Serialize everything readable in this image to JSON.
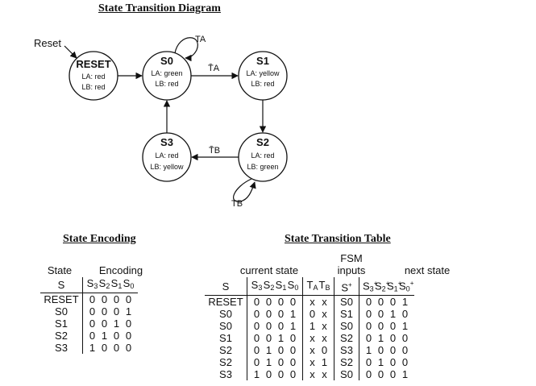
{
  "diagram": {
    "title": "State Transition Diagram",
    "reset_label": "Reset",
    "states": [
      {
        "id": "reset",
        "name": "RESET",
        "outputs": [
          "LA: red",
          "LB: red"
        ]
      },
      {
        "id": "s0",
        "name": "S0",
        "outputs": [
          "LA: green",
          "LB: red"
        ]
      },
      {
        "id": "s1",
        "name": "S1",
        "outputs": [
          "LA: yellow",
          "LB: red"
        ]
      },
      {
        "id": "s2",
        "name": "S2",
        "outputs": [
          "LA: red",
          "LB: green"
        ]
      },
      {
        "id": "s3",
        "name": "S3",
        "outputs": [
          "LA: red",
          "LB: yellow"
        ]
      }
    ],
    "transitions": [
      {
        "from": "reset",
        "to": "s0",
        "label": ""
      },
      {
        "from": "s0",
        "to": "s0",
        "label": "TA"
      },
      {
        "from": "s0",
        "to": "s1",
        "label": "T̄A"
      },
      {
        "from": "s1",
        "to": "s2",
        "label": ""
      },
      {
        "from": "s2",
        "to": "s2",
        "label": "TB"
      },
      {
        "from": "s2",
        "to": "s3",
        "label": "T̄B"
      },
      {
        "from": "s3",
        "to": "s0",
        "label": ""
      }
    ]
  },
  "encoding": {
    "title": "State Encoding",
    "col_state": "State",
    "col_encoding": "Encoding",
    "sub_s": "S",
    "bit_headers": [
      "S3",
      "S2",
      "S1",
      "S0"
    ],
    "rows": [
      {
        "state": "RESET",
        "bits": [
          "0",
          "0",
          "0",
          "0"
        ]
      },
      {
        "state": "S0",
        "bits": [
          "0",
          "0",
          "0",
          "1"
        ]
      },
      {
        "state": "S1",
        "bits": [
          "0",
          "0",
          "1",
          "0"
        ]
      },
      {
        "state": "S2",
        "bits": [
          "0",
          "1",
          "0",
          "0"
        ]
      },
      {
        "state": "S3",
        "bits": [
          "1",
          "0",
          "0",
          "0"
        ]
      }
    ]
  },
  "transition_table": {
    "title": "State Transition Table",
    "group_current": "current state",
    "group_inputs_line1": "FSM",
    "group_inputs_line2": "inputs",
    "group_next": "next state",
    "col_s": "S",
    "cur_bits": [
      "S3",
      "S2",
      "S1",
      "S0"
    ],
    "input_cols": [
      "TA",
      "TB"
    ],
    "col_next_s": "S+",
    "next_bits": [
      "S3+",
      "S2+",
      "S1+",
      "S0+"
    ],
    "rows": [
      {
        "s": "RESET",
        "cur": [
          "0",
          "0",
          "0",
          "0"
        ],
        "ta": "x",
        "tb": "x",
        "next": "S0",
        "nbits": [
          "0",
          "0",
          "0",
          "1"
        ]
      },
      {
        "s": "S0",
        "cur": [
          "0",
          "0",
          "0",
          "1"
        ],
        "ta": "0",
        "tb": "x",
        "next": "S1",
        "nbits": [
          "0",
          "0",
          "1",
          "0"
        ]
      },
      {
        "s": "S0",
        "cur": [
          "0",
          "0",
          "0",
          "1"
        ],
        "ta": "1",
        "tb": "x",
        "next": "S0",
        "nbits": [
          "0",
          "0",
          "0",
          "1"
        ]
      },
      {
        "s": "S1",
        "cur": [
          "0",
          "0",
          "1",
          "0"
        ],
        "ta": "x",
        "tb": "x",
        "next": "S2",
        "nbits": [
          "0",
          "1",
          "0",
          "0"
        ]
      },
      {
        "s": "S2",
        "cur": [
          "0",
          "1",
          "0",
          "0"
        ],
        "ta": "x",
        "tb": "0",
        "next": "S3",
        "nbits": [
          "1",
          "0",
          "0",
          "0"
        ]
      },
      {
        "s": "S2",
        "cur": [
          "0",
          "1",
          "0",
          "0"
        ],
        "ta": "x",
        "tb": "1",
        "next": "S2",
        "nbits": [
          "0",
          "1",
          "0",
          "0"
        ]
      },
      {
        "s": "S3",
        "cur": [
          "1",
          "0",
          "0",
          "0"
        ],
        "ta": "x",
        "tb": "x",
        "next": "S0",
        "nbits": [
          "0",
          "0",
          "0",
          "1"
        ]
      }
    ]
  }
}
